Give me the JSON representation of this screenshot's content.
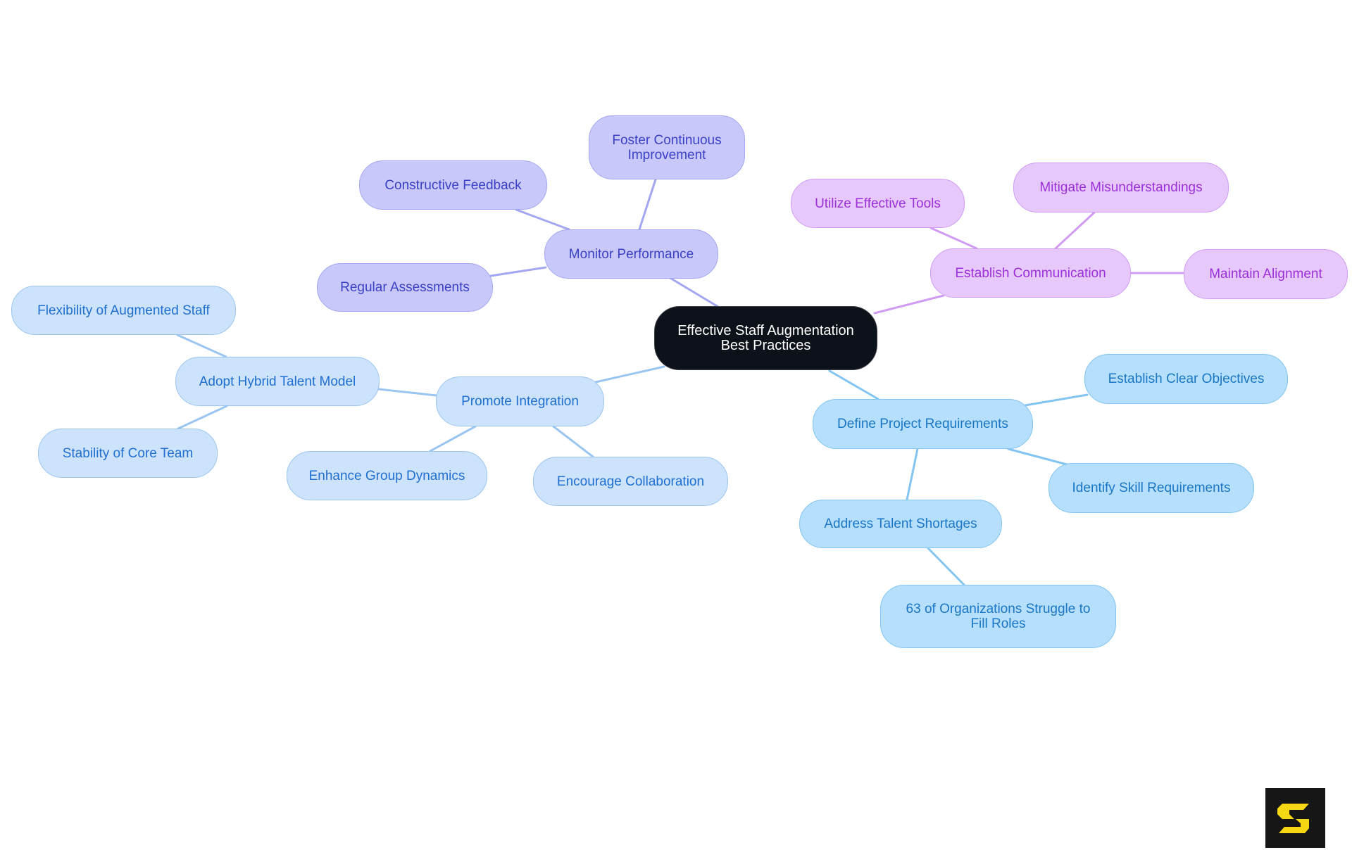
{
  "diagram": {
    "type": "mind-map",
    "root": {
      "id": "root",
      "label": "Effective Staff Augmentation\nBest Practices"
    },
    "nodes": [
      {
        "id": "monitor",
        "label": "Monitor Performance",
        "parent": "root",
        "theme": "violet"
      },
      {
        "id": "foster",
        "label": "Foster Continuous\nImprovement",
        "parent": "monitor",
        "theme": "violet"
      },
      {
        "id": "feedback",
        "label": "Constructive Feedback",
        "parent": "monitor",
        "theme": "violet"
      },
      {
        "id": "assess",
        "label": "Regular Assessments",
        "parent": "monitor",
        "theme": "violet"
      },
      {
        "id": "comm",
        "label": "Establish Communication",
        "parent": "root",
        "theme": "purple"
      },
      {
        "id": "tools",
        "label": "Utilize Effective Tools",
        "parent": "comm",
        "theme": "purple"
      },
      {
        "id": "mitigate",
        "label": "Mitigate Misunderstandings",
        "parent": "comm",
        "theme": "purple"
      },
      {
        "id": "align",
        "label": "Maintain Alignment",
        "parent": "comm",
        "theme": "purple"
      },
      {
        "id": "integration",
        "label": "Promote Integration",
        "parent": "root",
        "theme": "lightblue"
      },
      {
        "id": "hybrid",
        "label": "Adopt Hybrid Talent Model",
        "parent": "integration",
        "theme": "lightblue"
      },
      {
        "id": "flex",
        "label": "Flexibility of Augmented Staff",
        "parent": "hybrid",
        "theme": "lightblue"
      },
      {
        "id": "stability",
        "label": "Stability of Core Team",
        "parent": "hybrid",
        "theme": "lightblue"
      },
      {
        "id": "dynamics",
        "label": "Enhance Group Dynamics",
        "parent": "integration",
        "theme": "lightblue"
      },
      {
        "id": "collab",
        "label": "Encourage Collaboration",
        "parent": "integration",
        "theme": "lightblue"
      },
      {
        "id": "define",
        "label": "Define Project Requirements",
        "parent": "root",
        "theme": "skyblue"
      },
      {
        "id": "objectives",
        "label": "Establish Clear Objectives",
        "parent": "define",
        "theme": "skyblue"
      },
      {
        "id": "skills",
        "label": "Identify Skill Requirements",
        "parent": "define",
        "theme": "skyblue"
      },
      {
        "id": "shortages",
        "label": "Address Talent Shortages",
        "parent": "define",
        "theme": "skyblue"
      },
      {
        "id": "stat63",
        "label": "63 of Organizations Struggle to\nFill Roles",
        "parent": "shortages",
        "theme": "skyblue"
      }
    ]
  },
  "colors": {
    "root_bg": "#0d121a",
    "violet_fill": "#c8c9fa",
    "violet_line": "#a3a6f0",
    "violet_text": "#3b3fc4",
    "purple_fill": "#e6c8fb",
    "purple_line": "#d09cf3",
    "purple_text": "#9b30d9",
    "lightblue_fill": "#cde2fb",
    "lightblue_line": "#9bc5f1",
    "lightblue_text": "#1f6fd0",
    "skyblue_fill": "#b5dffc",
    "skyblue_line": "#82c4f2",
    "skyblue_text": "#1a76c4",
    "logo_bg": "#161616",
    "logo_fg": "#f5d714"
  },
  "logo": {
    "icon": "s-brand-logo-icon"
  }
}
